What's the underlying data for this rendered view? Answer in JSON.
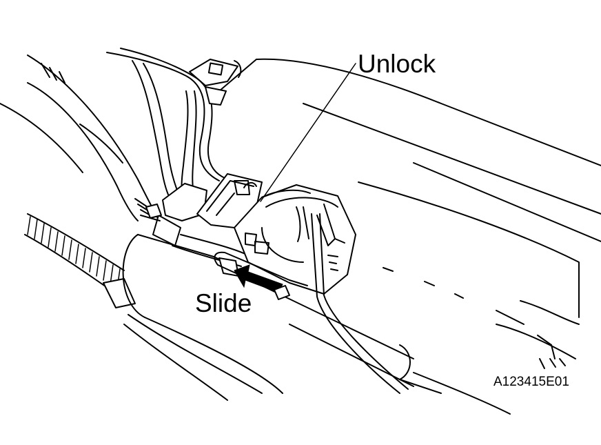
{
  "callouts": {
    "unlock": "Unlock",
    "slide": "Slide"
  },
  "figure_code": "A123415E01",
  "colors": {
    "line": "#000000",
    "background": "#ffffff"
  }
}
